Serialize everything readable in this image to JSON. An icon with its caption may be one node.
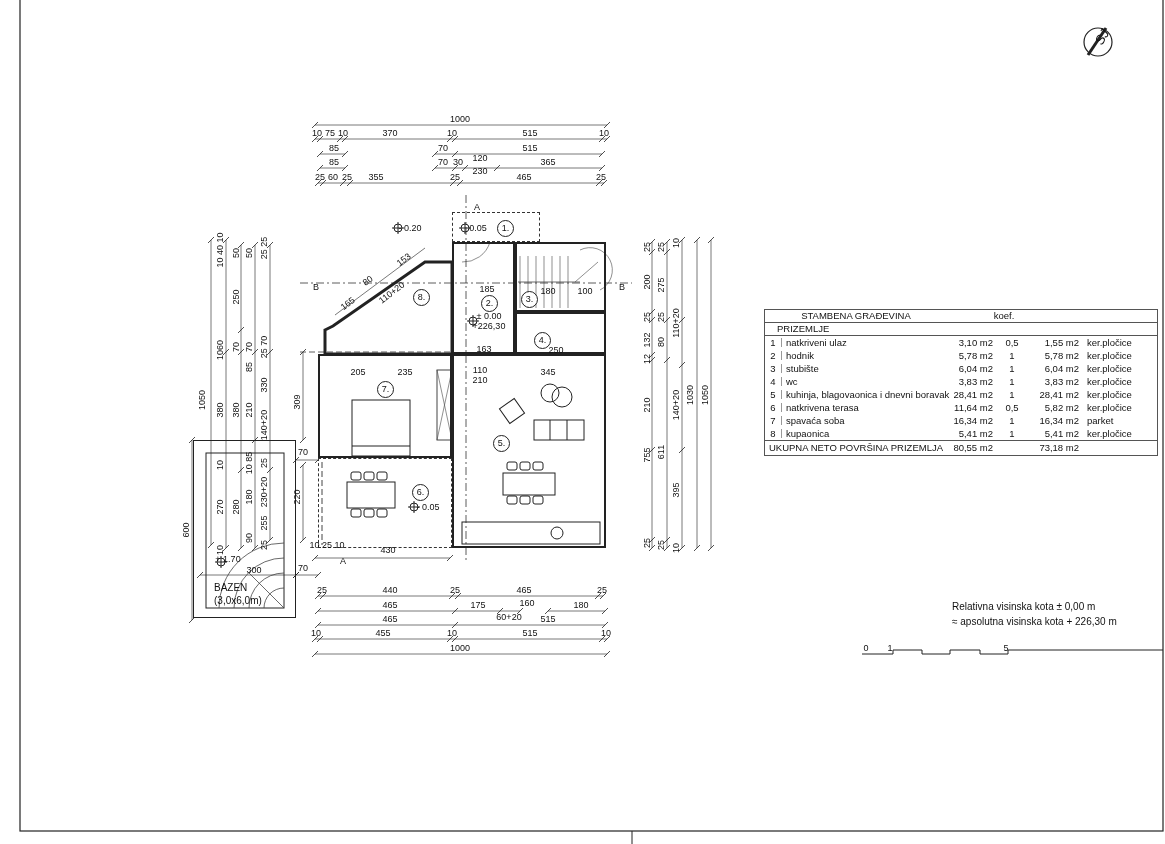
{
  "diagram": {
    "nodes": [
      {
        "text": [
          "1."
        ]
      },
      {
        "text": [
          "2."
        ]
      },
      {
        "text": [
          "3."
        ]
      },
      {
        "text": [
          "4."
        ]
      },
      {
        "text": [
          "5."
        ]
      },
      {
        "text": [
          "6."
        ]
      },
      {
        "text": [
          "7."
        ]
      },
      {
        "text": [
          "8."
        ]
      },
      {
        "text": [
          "BAZEN (3,0x6,0m)"
        ]
      }
    ],
    "labels": [
      "1000",
      "10",
      "75",
      "10",
      "370",
      "10",
      "515",
      "10",
      "85",
      "70",
      "515",
      "85",
      "70",
      "30",
      "120",
      "365",
      "25",
      "60",
      "25",
      "355",
      "25",
      "230",
      "465",
      "25",
      "25",
      "440",
      "25",
      "465",
      "25",
      "465",
      "175",
      "160",
      "180",
      "465",
      "60+20",
      "515",
      "10",
      "455",
      "10",
      "515",
      "10",
      "1000",
      "1050",
      "10 40 10",
      "1060",
      "380",
      "10",
      "270",
      "10",
      "50",
      "250",
      "70",
      "380",
      "280",
      "50",
      "70",
      "85",
      "210",
      "10 85",
      "180",
      "90",
      "25 25",
      "25 70",
      "330",
      "140+20",
      "25",
      "230+20",
      "255",
      "25",
      "309",
      "220",
      "600",
      "70",
      "70",
      "10 25 10",
      "430",
      "300",
      "+ 1.70",
      "25",
      "200",
      "25",
      "132",
      "12",
      "210",
      "755",
      "25",
      "25",
      "275",
      "25",
      "80",
      "611",
      "25",
      "10",
      "110+20",
      "140+20",
      "395",
      "10",
      "1030",
      "1050",
      "165",
      "80",
      "153",
      "110+20",
      "- 0.20",
      "0.05",
      "± 0.00",
      "+226,30",
      "185",
      "180",
      "100",
      "163",
      "250",
      "205",
      "235",
      "110",
      "210",
      "345",
      "- 0.05",
      "B",
      "B",
      "A",
      "A",
      "SJ",
      "Relativna visinska kota ± 0,00 m",
      "≈ apsolutna visinska kota + 226,30 m",
      "0",
      "1",
      "5",
      "STAMBENA GRAĐEVINA",
      "koef.",
      "PRIZEMLJE",
      "1",
      "natkriveni ulaz",
      "3,10 m2",
      "0,5",
      "1,55 m2",
      "ker.pločice",
      "2",
      "hodnik",
      "5,78 m2",
      "1",
      "5,78 m2",
      "ker.pločice",
      "3",
      "stubište",
      "6,04 m2",
      "1",
      "6,04 m2",
      "ker.pločice",
      "4",
      "wc",
      "3,83 m2",
      "1",
      "3,83 m2",
      "ker.pločice",
      "5",
      "kuhinja, blagovaonica i dnevni boravak",
      "28,41 m2",
      "1",
      "28,41 m2",
      "ker.pločice",
      "6",
      "natkrivena terasa",
      "11,64 m2",
      "0,5",
      "5,82 m2",
      "ker.pločice",
      "7",
      "spavaća soba",
      "16,34 m2",
      "1",
      "16,34 m2",
      "parket",
      "8",
      "kupaonica",
      "5,41 m2",
      "1",
      "5,41 m2",
      "ker.pločice",
      "UKUPNA NETO POVRŠINA PRIZEMLJA",
      "80,55 m2",
      "73,18 m2"
    ]
  }
}
